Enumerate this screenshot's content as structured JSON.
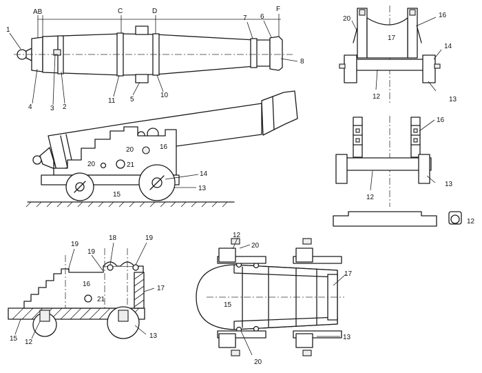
{
  "labels": {
    "cannon_top": {
      "n1": "1",
      "n4": "4",
      "n3": "3",
      "n2": "2",
      "n11": "11",
      "n5": "5",
      "n10": "10",
      "n7": "7",
      "n6": "6",
      "n8": "8",
      "AB": "AB",
      "C": "C",
      "D": "D",
      "F": "F"
    },
    "assembled": {
      "n20a": "20",
      "n16": "16",
      "n20b": "20",
      "n21": "21",
      "n14": "14",
      "n15": "15",
      "n13": "13"
    },
    "front_view": {
      "n20": "20",
      "n16": "16",
      "n17": "17",
      "n14": "14",
      "n12": "12",
      "n13": "13"
    },
    "front_section": {
      "n16": "16",
      "n12": "12",
      "n13": "13"
    },
    "parts": {
      "n12": "12"
    },
    "side_section": {
      "n19a": "19",
      "n18": "18",
      "n19b": "19",
      "n19c": "19",
      "n16": "16",
      "n17": "17",
      "n21": "21",
      "n15": "15",
      "n12": "12",
      "n13": "13"
    },
    "plan_view": {
      "n12": "12",
      "n20a": "20",
      "n17": "17",
      "n15": "15",
      "n13": "13",
      "n20b": "20"
    }
  }
}
